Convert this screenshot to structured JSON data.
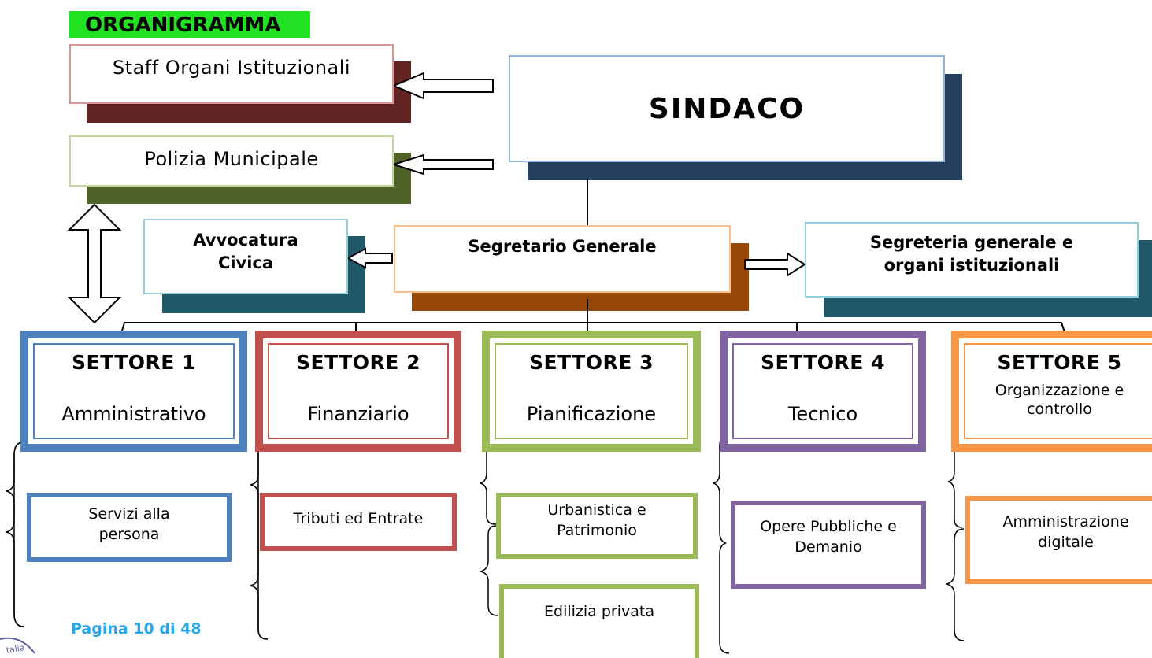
{
  "title": "ORGANIGRAMMA",
  "top": {
    "staff": "Staff Organi Istituzionali",
    "polizia": "Polizia Municipale",
    "sindaco": "SINDACO",
    "avvocatura": "Avvocatura Civica",
    "segretario": "Segretario Generale",
    "segreteria": "Segreteria generale e organi istituzionali"
  },
  "settori": [
    {
      "head": "SETTORE 1",
      "sub": "Amministrativo",
      "color": "#4f81bd"
    },
    {
      "head": "SETTORE 2",
      "sub": "Finanziario",
      "color": "#c0504d"
    },
    {
      "head": "SETTORE 3",
      "sub": "Pianificazione",
      "color": "#9bbb59"
    },
    {
      "head": "SETTORE 4",
      "sub": "Tecnico",
      "color": "#8064a2"
    },
    {
      "head": "SETTORE 5",
      "sub": "Organizzazione e controllo",
      "color": "#f79646"
    }
  ],
  "uffici": {
    "servizi": "Servizi alla persona",
    "tributi": "Tributi ed Entrate",
    "urbanistica": "Urbanistica e Patrimonio",
    "edilizia": "Edilizia privata",
    "opere": "Opere Pubbliche e Demanio",
    "digitale": "Amministrazione digitale"
  },
  "footer": "Pagina 10 di 48",
  "colors": {
    "staff_shadow": "#632523",
    "polizia_shadow": "#4f6228",
    "sindaco_shadow": "#243f60",
    "avvocatura_shadow": "#215868",
    "segretario_shadow": "#974806",
    "title_bg": "#22e022"
  }
}
